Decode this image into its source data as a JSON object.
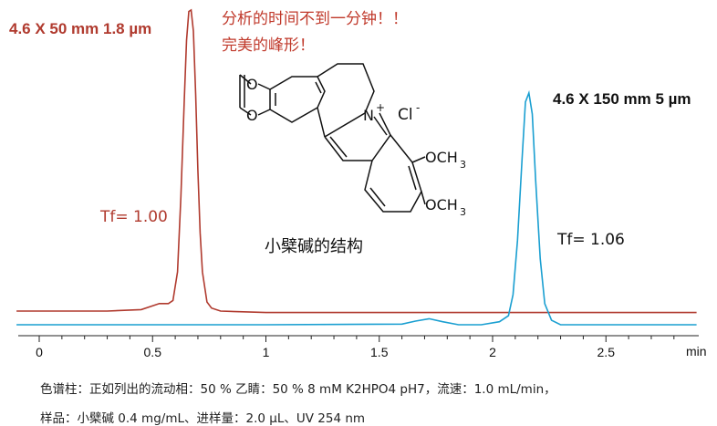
{
  "chart_data": {
    "type": "line",
    "xlabel": "min",
    "xlim": [
      -0.1,
      2.9
    ],
    "x_ticks": [
      0,
      0.5,
      1,
      1.5,
      2,
      2.5
    ],
    "x_tick_labels": [
      "0",
      "0.5",
      "1",
      "1.5",
      "2",
      "2.5"
    ],
    "grid": false,
    "series": [
      {
        "name": "4.6 X 50 mm 1.8 µm",
        "color": "#b03a2e",
        "tailing_factor_label": "Tf= 1.00",
        "x": [
          -0.1,
          0.3,
          0.45,
          0.53,
          0.57,
          0.59,
          0.61,
          0.625,
          0.64,
          0.65,
          0.66,
          0.67,
          0.68,
          0.69,
          0.7,
          0.71,
          0.72,
          0.74,
          0.76,
          0.8,
          1.0,
          2.0,
          2.9
        ],
        "y": [
          0.0,
          0.0,
          0.005,
          0.025,
          0.025,
          0.035,
          0.13,
          0.38,
          0.7,
          0.9,
          0.995,
          1.0,
          0.93,
          0.72,
          0.47,
          0.26,
          0.13,
          0.03,
          0.01,
          0.0,
          -0.005,
          -0.005,
          -0.005
        ]
      },
      {
        "name": "4.6 X 150 mm 5 µm",
        "color": "#1a9fd1",
        "tailing_factor_label": "Tf= 1.06",
        "x": [
          -0.1,
          1.0,
          1.6,
          1.66,
          1.72,
          1.78,
          1.85,
          1.95,
          2.03,
          2.07,
          2.09,
          2.11,
          2.13,
          2.145,
          2.16,
          2.175,
          2.19,
          2.21,
          2.23,
          2.26,
          2.3,
          2.5,
          2.9
        ],
        "y": [
          0.0,
          0.0,
          0.002,
          0.012,
          0.02,
          0.01,
          0.0,
          0.0,
          0.01,
          0.03,
          0.1,
          0.28,
          0.55,
          0.74,
          0.77,
          0.7,
          0.48,
          0.22,
          0.07,
          0.015,
          0.0,
          0.0,
          0.0
        ]
      }
    ],
    "annotations": {
      "note_line1": "分析的时间不到一分钟！！",
      "note_line2": "完美的峰形！",
      "structure_caption": "小檗碱的结构",
      "chloride": "Cl",
      "chloride_sup": "-",
      "nitrogen": "N",
      "nitrogen_sup": "+",
      "oxygen": "O",
      "methoxy": "OCH",
      "methoxy_sub": "3"
    }
  },
  "footnote": {
    "line1": "色谱柱：正如列出的流动相：50 % 乙睛：50 % 8 mM K2HPO4 pH7，流速：1.0 mL/min，",
    "line2": "样品：小檗碱 0.4 mg/mL、进样量：2.0 µL、UV 254 nm"
  }
}
